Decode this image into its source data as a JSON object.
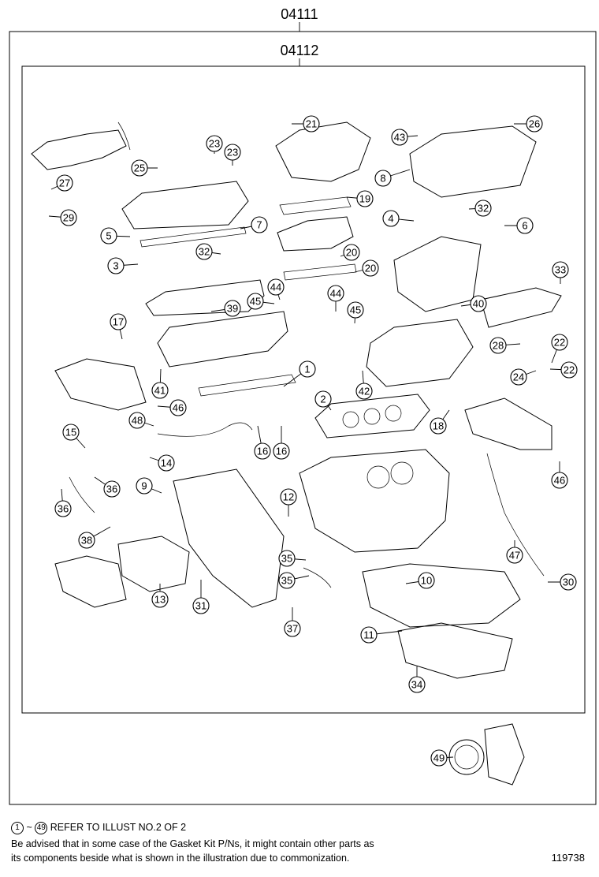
{
  "assemblies": {
    "outer_part_no": "04111",
    "inner_part_no": "04112"
  },
  "callouts": [
    {
      "num": "1"
    },
    {
      "num": "2"
    },
    {
      "num": "3"
    },
    {
      "num": "4"
    },
    {
      "num": "5"
    },
    {
      "num": "6"
    },
    {
      "num": "7"
    },
    {
      "num": "8"
    },
    {
      "num": "9"
    },
    {
      "num": "10"
    },
    {
      "num": "11"
    },
    {
      "num": "12"
    },
    {
      "num": "13"
    },
    {
      "num": "14"
    },
    {
      "num": "15"
    },
    {
      "num": "16"
    },
    {
      "num": "16"
    },
    {
      "num": "17"
    },
    {
      "num": "18"
    },
    {
      "num": "19"
    },
    {
      "num": "20"
    },
    {
      "num": "20"
    },
    {
      "num": "21"
    },
    {
      "num": "22"
    },
    {
      "num": "22"
    },
    {
      "num": "23"
    },
    {
      "num": "23"
    },
    {
      "num": "24"
    },
    {
      "num": "25"
    },
    {
      "num": "26"
    },
    {
      "num": "27"
    },
    {
      "num": "28"
    },
    {
      "num": "29"
    },
    {
      "num": "30"
    },
    {
      "num": "31"
    },
    {
      "num": "32"
    },
    {
      "num": "32"
    },
    {
      "num": "33"
    },
    {
      "num": "34"
    },
    {
      "num": "35"
    },
    {
      "num": "35"
    },
    {
      "num": "36"
    },
    {
      "num": "36"
    },
    {
      "num": "37"
    },
    {
      "num": "38"
    },
    {
      "num": "39"
    },
    {
      "num": "40"
    },
    {
      "num": "41"
    },
    {
      "num": "42"
    },
    {
      "num": "43"
    },
    {
      "num": "44"
    },
    {
      "num": "44"
    },
    {
      "num": "45"
    },
    {
      "num": "45"
    },
    {
      "num": "46"
    },
    {
      "num": "46"
    },
    {
      "num": "47"
    },
    {
      "num": "48"
    },
    {
      "num": "49"
    }
  ],
  "footer": {
    "note_start": "1",
    "note_tilde": "~",
    "note_end": "49",
    "note_text": "REFER TO ILLUST NO.2 OF 2",
    "advice_line1": "Be advised that in some case of the Gasket Kit P/Ns,  it might contain other parts as",
    "advice_line2": "its components beside what is shown in the illustration due to commonization.",
    "illustration_id": "119738"
  }
}
